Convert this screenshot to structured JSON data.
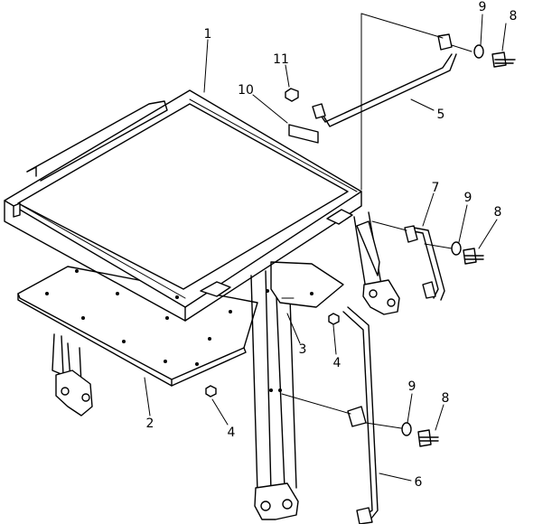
{
  "callouts": {
    "c1": "1",
    "c2": "2",
    "c3": "3",
    "c4a": "4",
    "c4b": "4",
    "c5": "5",
    "c6": "6",
    "c7": "7",
    "c8a": "8",
    "c8b": "8",
    "c8c": "8",
    "c9a": "9",
    "c9b": "9",
    "c9c": "9",
    "c10": "10",
    "c11": "11"
  }
}
